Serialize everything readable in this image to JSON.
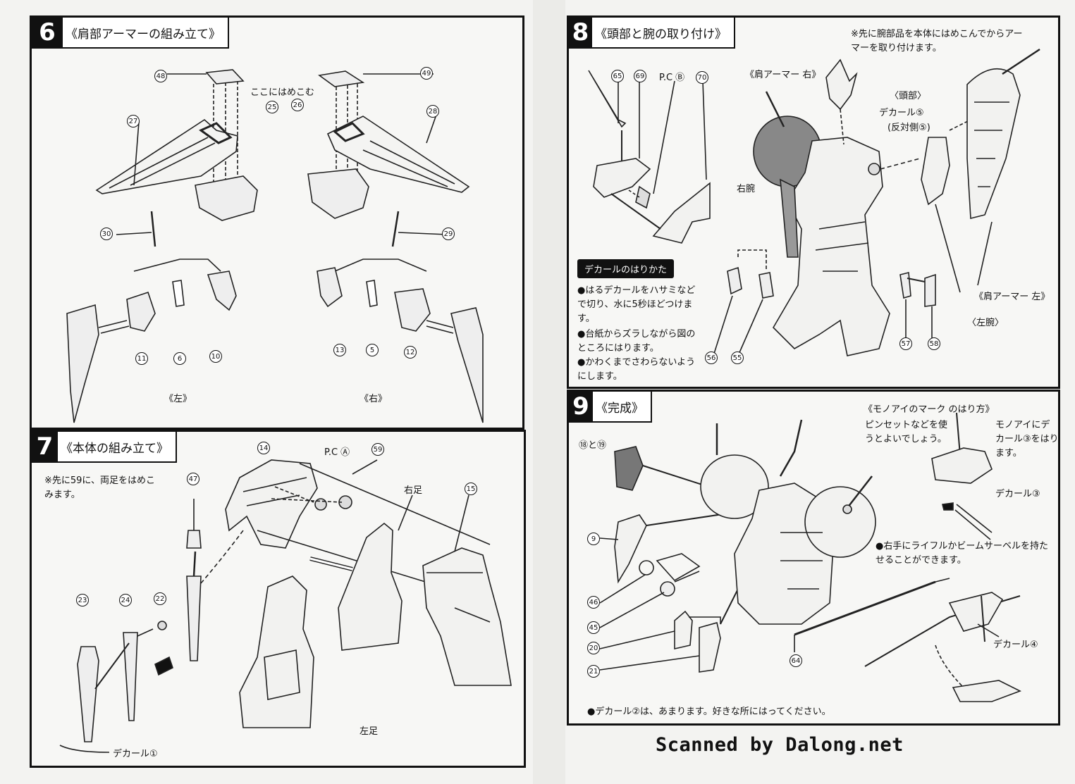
{
  "step6": {
    "number": "6",
    "title": "《肩部アーマーの組み立て》",
    "note_insert": "ここにはめこむ",
    "parts": [
      "48",
      "49",
      "27",
      "25",
      "26",
      "28",
      "30",
      "29",
      "11",
      "6",
      "10",
      "13",
      "5",
      "12"
    ],
    "left_label": "《左》",
    "right_label": "《右》"
  },
  "step7": {
    "number": "7",
    "title": "《本体の組み立て》",
    "note": "※先に59に、両足をはめこみます。",
    "pc": "P.C Ⓐ",
    "right_leg": "右足",
    "left_leg": "左足",
    "decal": "デカール①",
    "parts": [
      "14",
      "59",
      "15",
      "47",
      "23",
      "24",
      "22"
    ]
  },
  "step8": {
    "number": "8",
    "title": "《頭部と腕の取り付け》",
    "note": "※先に腕部品を本体にはめこんでからアーマーを取り付けます。",
    "pc": "P.C Ⓑ",
    "shoulder_right": "《肩アーマー 右》",
    "shoulder_left": "《肩アーマー 左》",
    "head": "〈頭部〉",
    "decal5": "デカール⑤",
    "decal5_opp": "(反対側⑤)",
    "right_arm": "右腕",
    "left_arm": "〈左腕〉",
    "parts": [
      "65",
      "69",
      "70",
      "56",
      "55",
      "57",
      "58"
    ],
    "decal_box": "デカールのはりかた",
    "decal_steps": [
      "●はるデカールをハサミなどで切り、水に5秒ほどつけます。",
      "●台紙からズラしながら図のところにはります。",
      "●かわくまでさわらないようにします。"
    ]
  },
  "step9": {
    "number": "9",
    "title": "《完成》",
    "mono_title": "《モノアイのマーク のはり方》",
    "mono_note1": "ピンセットなどを使うとよいでしょう。",
    "mono_note2": "モノアイにデカール③をはります。",
    "decal3": "デカール③",
    "weapon_note": "●右手にライフルかビームサーベルを持たせることができます。",
    "decal4": "デカール④",
    "parts_18_19": "⑱と⑲",
    "parts": [
      "9",
      "46",
      "45",
      "20",
      "21",
      "64"
    ],
    "footer_note": "●デカール②は、あまります。好きな所にはってください。"
  },
  "credit": "Scanned by Dalong.net"
}
